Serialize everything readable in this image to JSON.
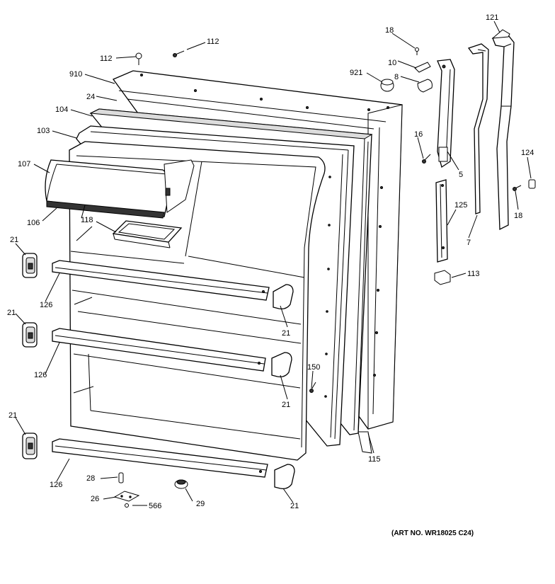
{
  "labels": {
    "l112a": "112",
    "l112b": "112",
    "l910": "910",
    "l24": "24",
    "l104": "104",
    "l103": "103",
    "l107": "107",
    "l106": "106",
    "l118": "118",
    "l21a": "21",
    "l21b": "21",
    "l21c": "21",
    "l21d": "21",
    "l21e": "21",
    "l21f": "21",
    "l126a": "126",
    "l126b": "126",
    "l126c": "126",
    "l28": "28",
    "l26": "26",
    "l566": "566",
    "l29": "29",
    "l150": "150",
    "l115": "115",
    "l18a": "18",
    "l10": "10",
    "l8": "8",
    "l921": "921",
    "l16": "16",
    "l5": "5",
    "l121": "121",
    "l124": "124",
    "l18b": "18",
    "l7": "7",
    "l125": "125",
    "l113": "113"
  },
  "art_number": "(ART NO. WR18025 C24)"
}
